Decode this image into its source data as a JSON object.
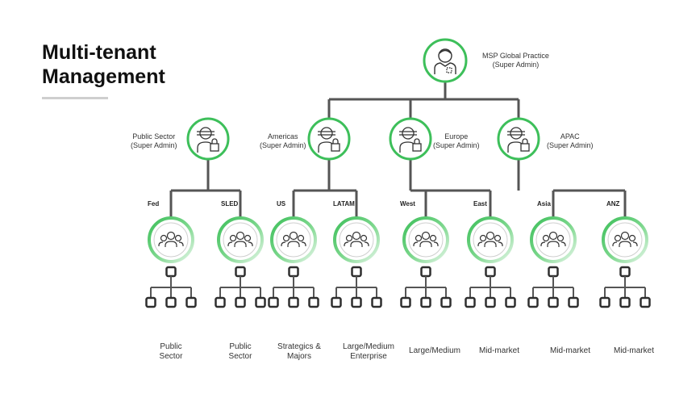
{
  "title": {
    "line1": "Multi-tenant",
    "line2": "Management"
  },
  "root": {
    "name": "MSP Global Practice",
    "role": "(Super Admin)"
  },
  "regions": [
    {
      "name": "Public Sector",
      "role": "(Super Admin)"
    },
    {
      "name": "Americas",
      "role": "(Super Admin)"
    },
    {
      "name": "Europe",
      "role": "(Super Admin)"
    },
    {
      "name": "APAC",
      "role": "(Super Admin)"
    }
  ],
  "subregions": [
    "Fed",
    "SLED",
    "US",
    "LATAM",
    "West",
    "East",
    "Asia",
    "ANZ"
  ],
  "segments": [
    {
      "line1": "Public",
      "line2": "Sector"
    },
    {
      "line1": "Public",
      "line2": "Sector"
    },
    {
      "line1": "Strategics &",
      "line2": "Majors"
    },
    {
      "line1": "Large/Medium",
      "line2": "Enterprise"
    },
    {
      "line1": "Large/Medium",
      "line2": ""
    },
    {
      "line1": "Mid-market",
      "line2": ""
    },
    {
      "line1": "Mid-market",
      "line2": ""
    },
    {
      "line1": "Mid-market",
      "line2": ""
    }
  ],
  "colors": {
    "green": "#3dbf5a",
    "line": "#555555",
    "box": "#2e2e2e"
  },
  "icons": {
    "admin": "admin-user-icon",
    "regional": "locked-user-icon",
    "group": "user-group-icon",
    "org": "org-tree-icon"
  }
}
